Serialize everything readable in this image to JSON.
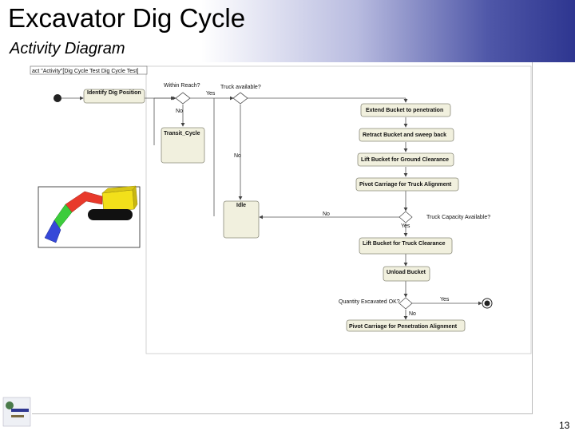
{
  "slide": {
    "title": "Excavator Dig Cycle",
    "subtitle": "Activity Diagram",
    "page_number": "13"
  },
  "diagram": {
    "frame_label": "act \"Activity\"[Dig Cycle Test Dig Cycle Test]",
    "activities": {
      "identify": "Identify Dig Position",
      "transit": "Transit_Cycle",
      "extend": "Extend Bucket to penetration",
      "retract": "Retract Bucket and sweep back",
      "lift_ground": "Lift Bucket for Ground Clearance",
      "pivot_truck": "Pivot Carriage for Truck Alignment",
      "idle": "Idle",
      "lift_truck": "Lift Bucket for Truck Clearance",
      "unload": "Unload Bucket",
      "pivot_penetration": "Pivot Carriage for Penetration Alignment"
    },
    "guards": {
      "within_reach": "Within Reach?",
      "truck_available": "Truck available?",
      "truck_capacity": "Truck Capacity Available?",
      "quantity": "Quantity Excavated OK?",
      "yes": "Yes",
      "no": "No"
    }
  },
  "colors": {
    "header_gradient_end": "#2e3690",
    "action_fill": "#f1f0de",
    "action_stroke": "#8a8a7a",
    "excavator_boom": "#e8392b",
    "excavator_body": "#f2e01a",
    "excavator_arm": "#3ccc3c",
    "excavator_bucket": "#3548d8"
  },
  "icons": [
    "excavator-illustration",
    "company-logo"
  ]
}
